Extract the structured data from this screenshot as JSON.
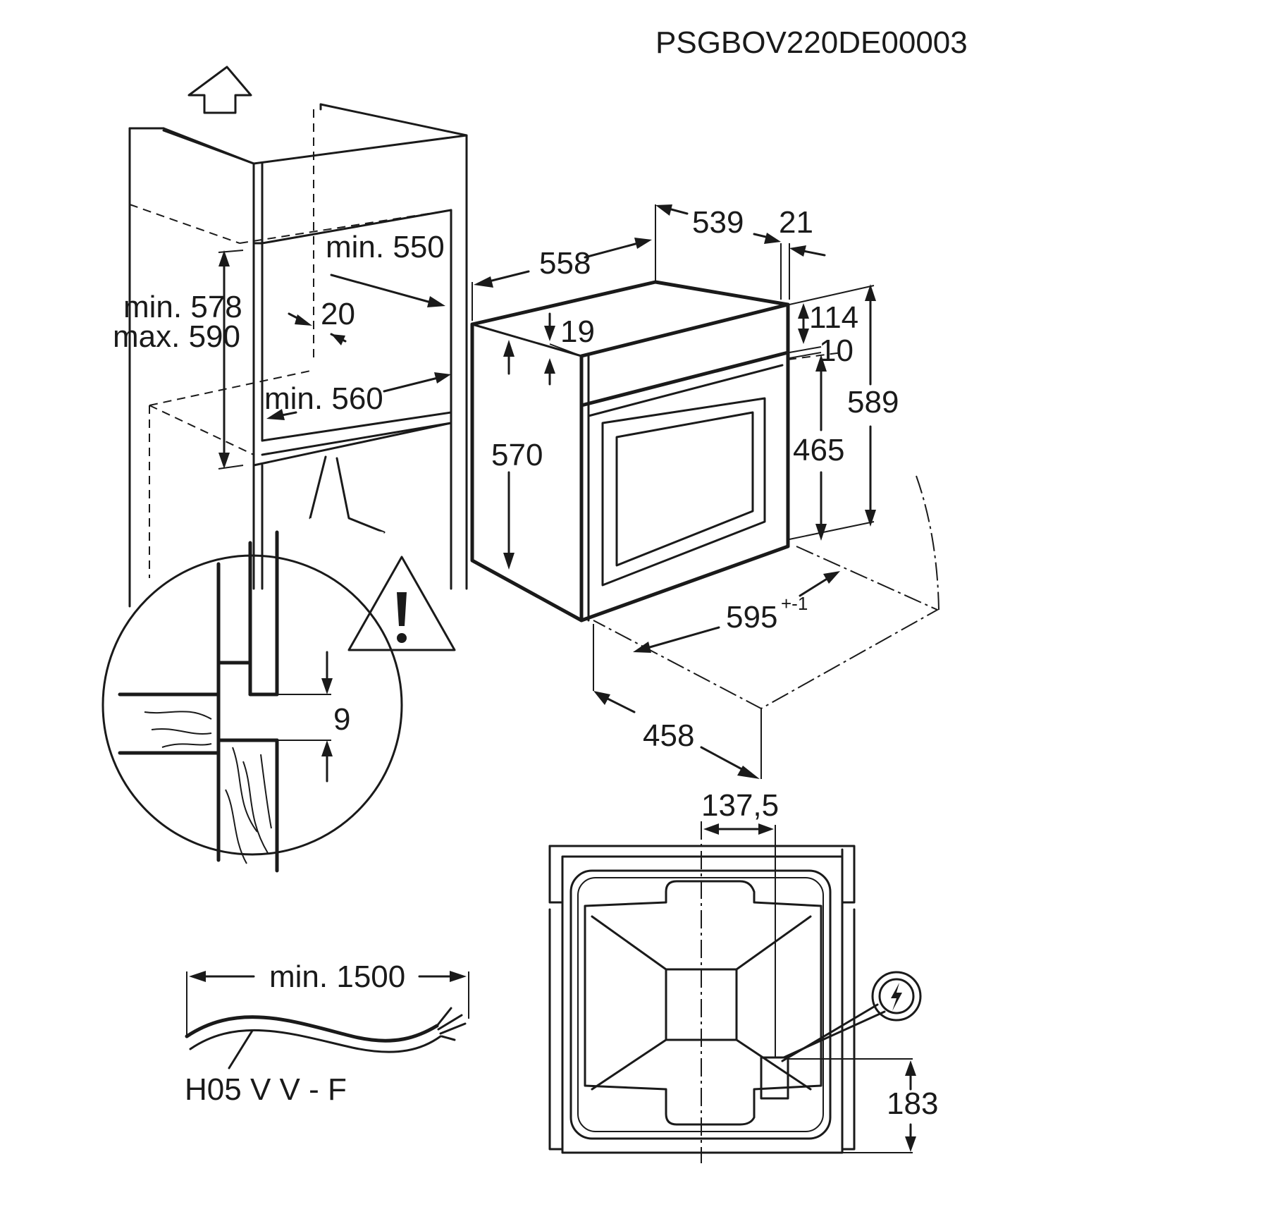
{
  "document_code": "PSGBOV220DE00003",
  "niche": {
    "depth_min": "min. 550",
    "height_min": "min. 578",
    "height_max": "max. 590",
    "back_gap": "20",
    "width_min": "min. 560"
  },
  "oven": {
    "total_depth": "558",
    "body_depth": "539",
    "front_thickness": "21",
    "top_offset": "19",
    "body_height": "570",
    "panel_height": "114",
    "door_gap": "10",
    "front_height": "589",
    "door_height": "465",
    "width": "595",
    "width_tolerance": "+-1",
    "door_open_depth": "458"
  },
  "detail": {
    "gap": "9",
    "warning_icon": "warning-triangle-icon"
  },
  "cable": {
    "length": "min. 1500",
    "type": "H05 V V - F"
  },
  "back_view": {
    "offset_horizontal": "137,5",
    "offset_vertical": "183",
    "connection_icon": "electric-connection-icon"
  }
}
